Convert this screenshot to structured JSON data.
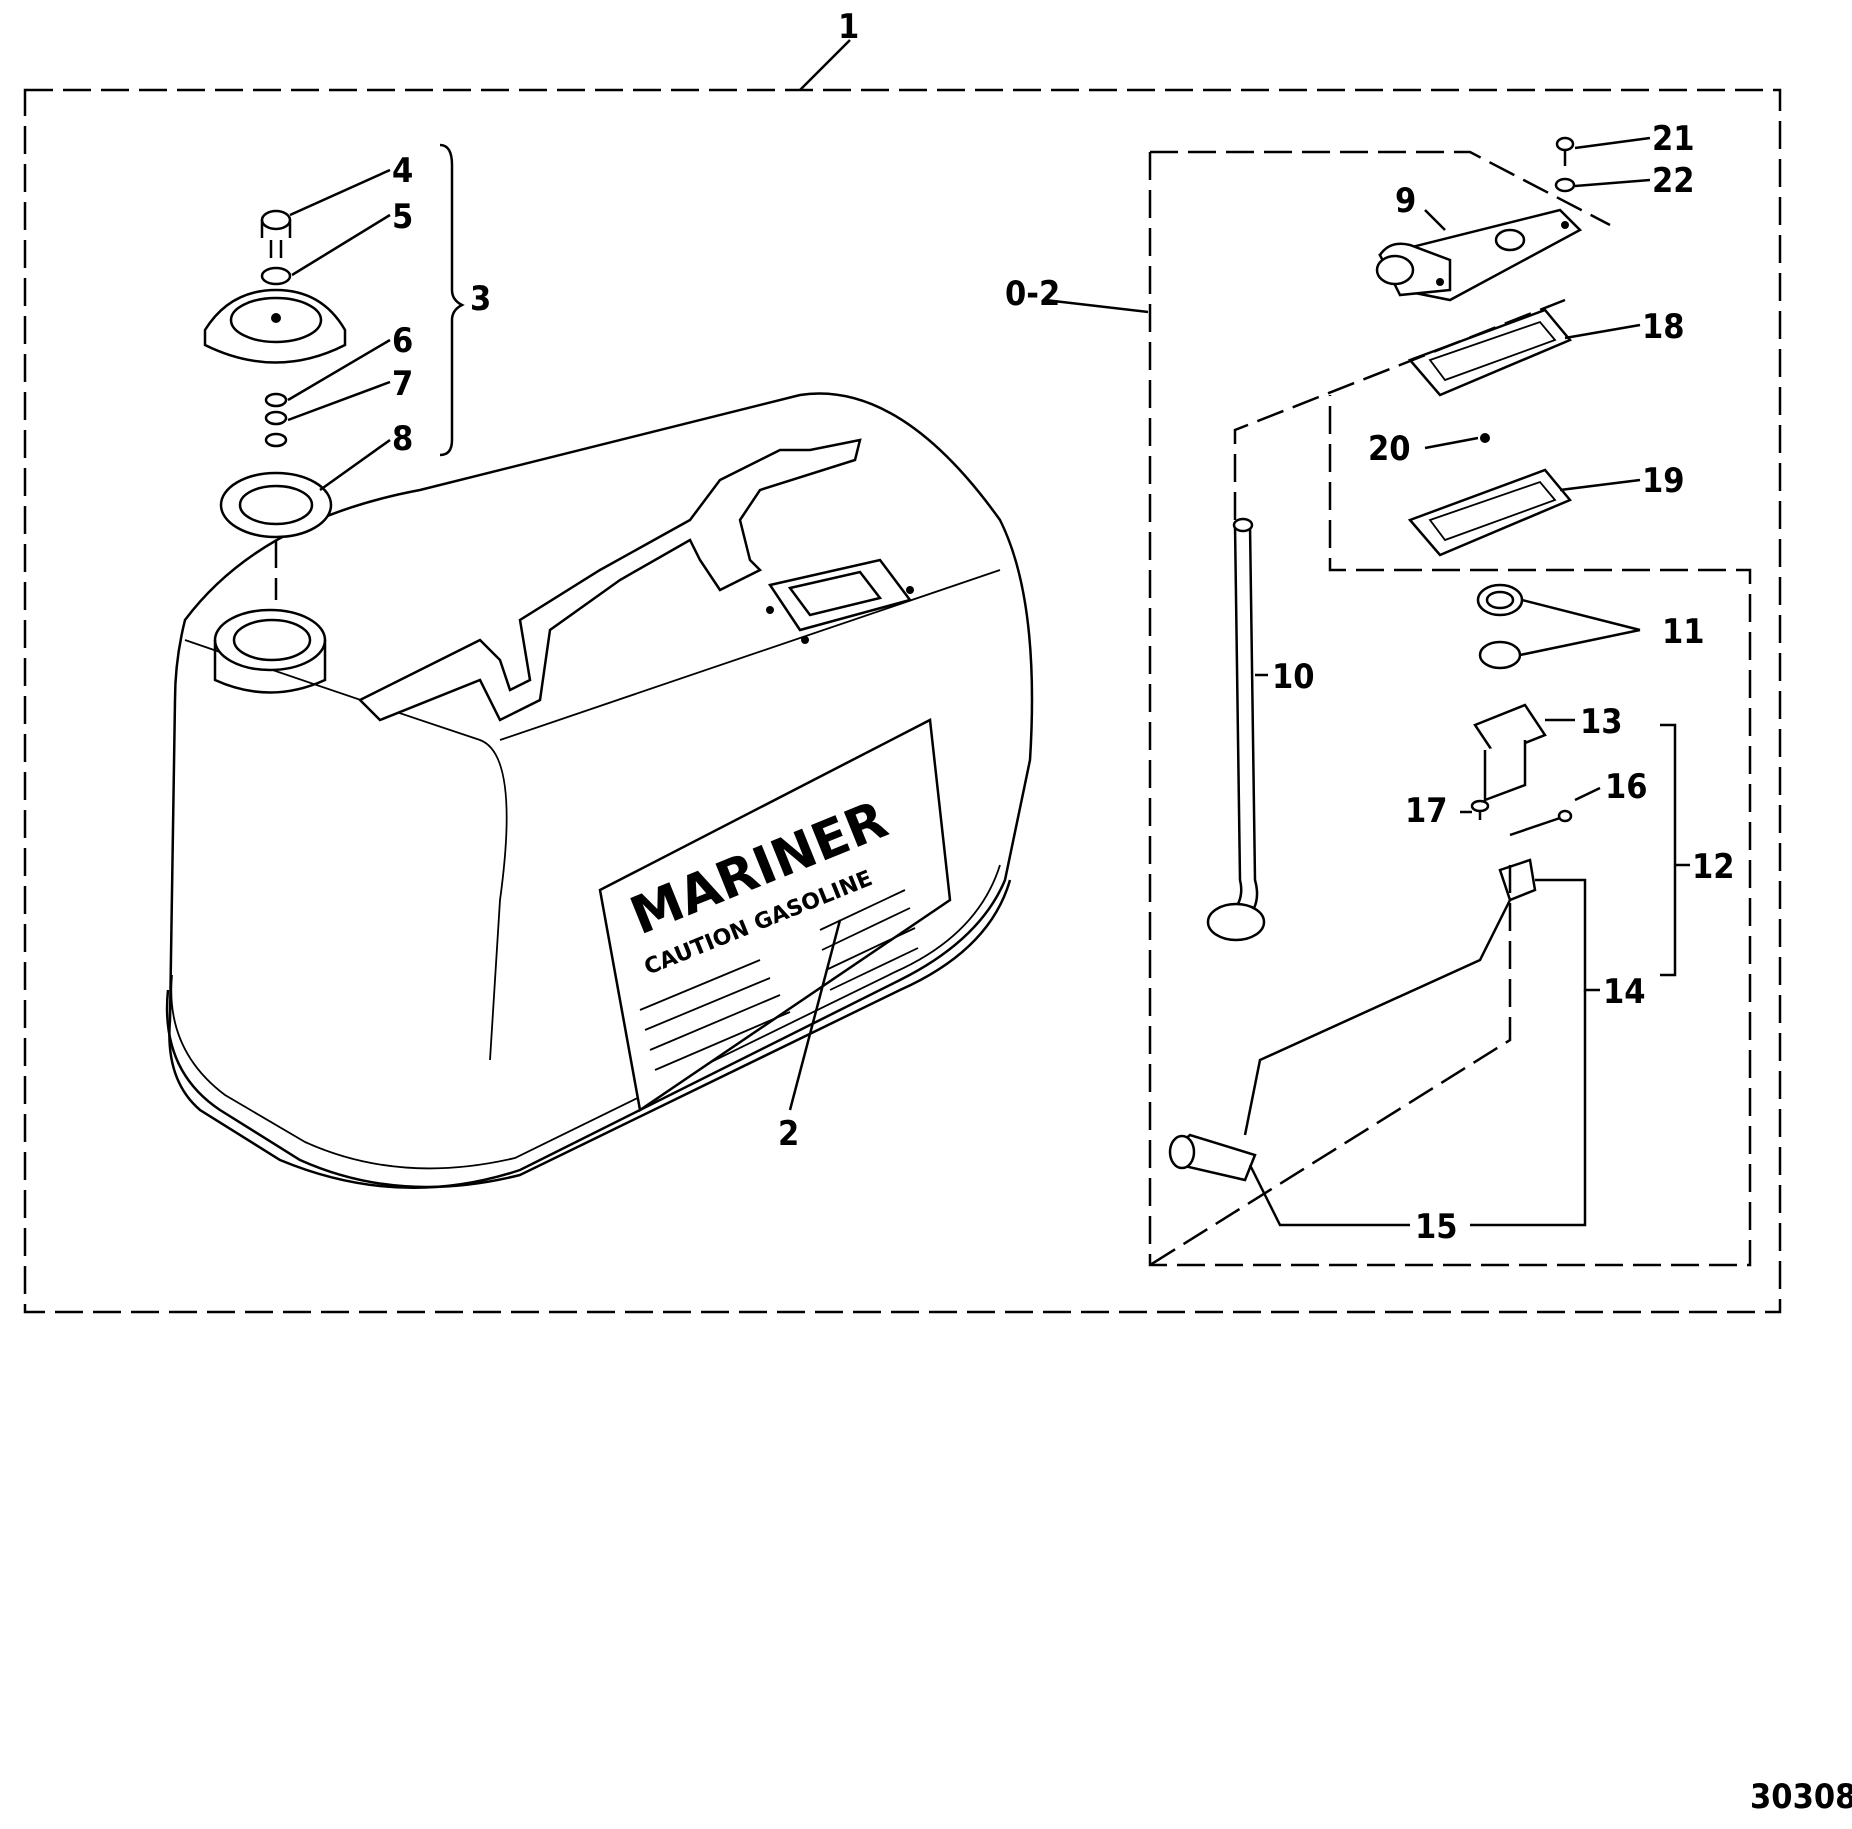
{
  "callouts": {
    "c1": "1",
    "c2": "2",
    "c3": "3",
    "c4": "4",
    "c5": "5",
    "c6": "6",
    "c7": "7",
    "c8": "8",
    "c9": "9",
    "c10": "10",
    "c11": "11",
    "c12": "12",
    "c13": "13",
    "c14": "14",
    "c15": "15",
    "c16": "16",
    "c17": "17",
    "c18": "18",
    "c19": "19",
    "c20": "20",
    "c21": "21",
    "c22": "22",
    "c02": "0-2"
  },
  "tank_label": {
    "brand": "MARINER",
    "caution": "CAUTION GASOLINE"
  },
  "figure_number": "30308"
}
